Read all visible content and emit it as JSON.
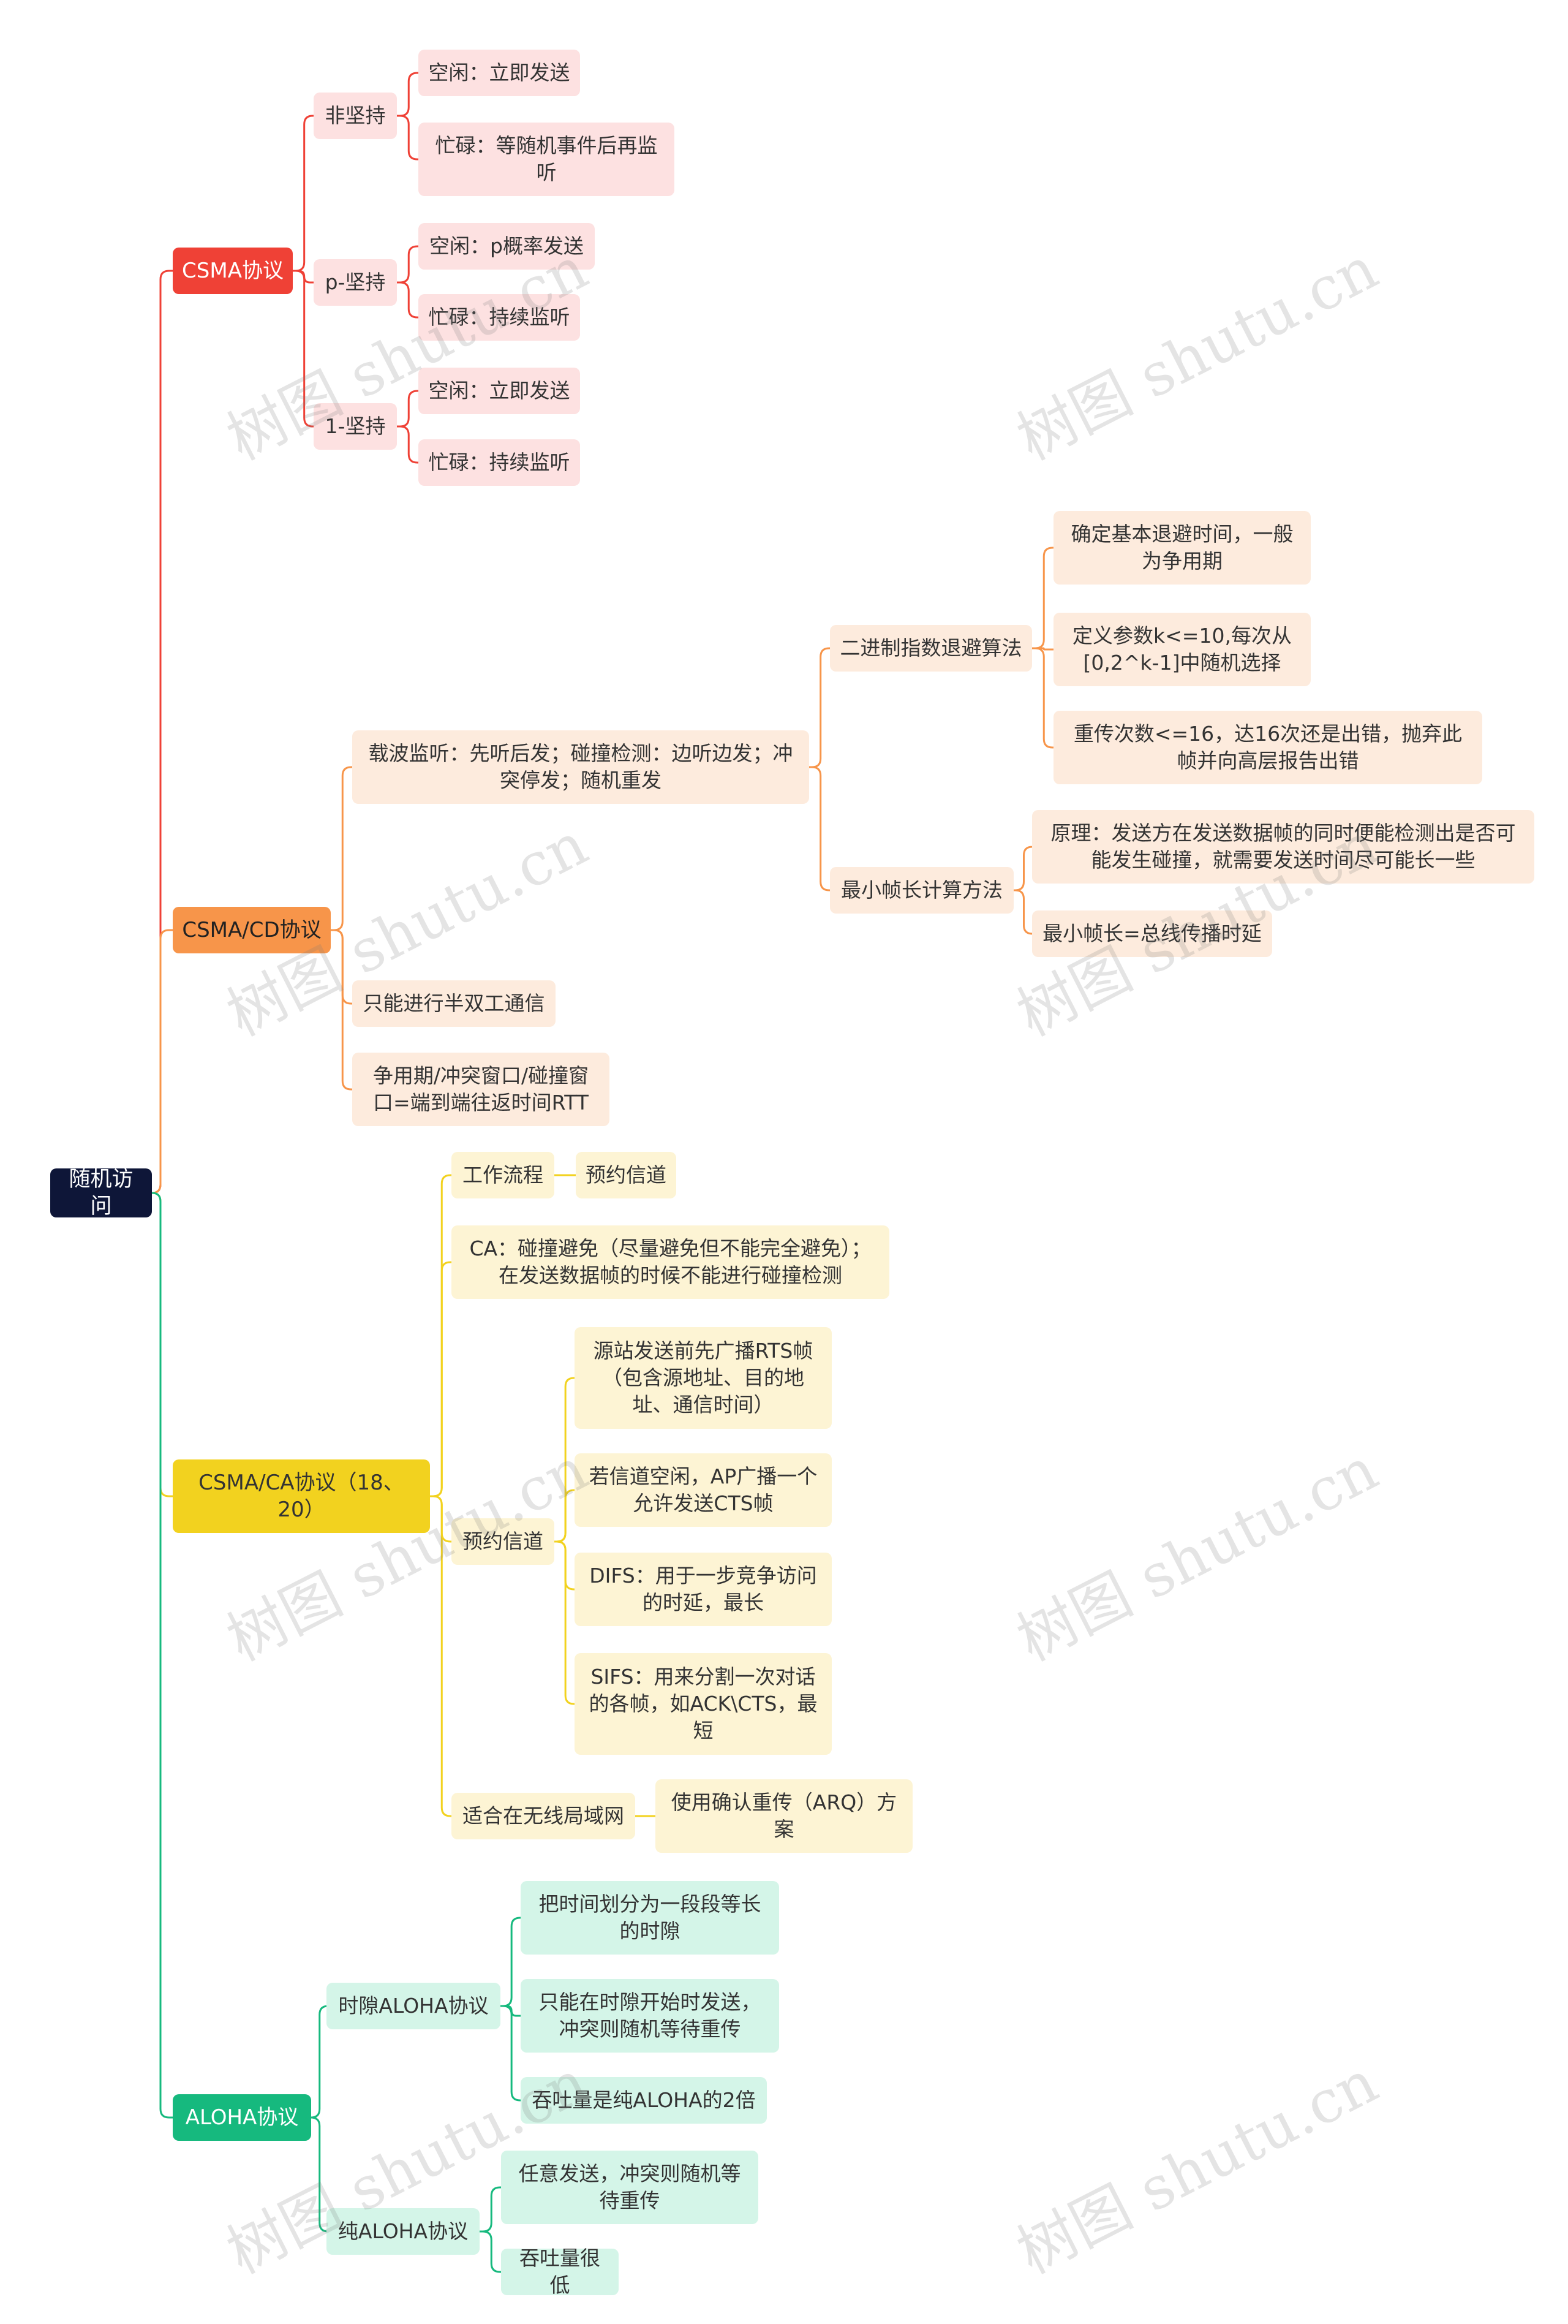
{
  "root": "随机访问",
  "colors": {
    "red": "#ef4136",
    "orange": "#f7954a",
    "yellow": "#f2d21f",
    "green": "#16b97e",
    "root": "#0e1638"
  },
  "watermark": "树图 shutu.cn",
  "csma": {
    "title": "CSMA协议",
    "nonpersistent": {
      "label": "非坚持",
      "idle": "空闲：立即发送",
      "busy": "忙碌：等随机事件后再监听"
    },
    "ppersistent": {
      "label": "p-坚持",
      "idle": "空闲：p概率发送",
      "busy": "忙碌：持续监听"
    },
    "persistent1": {
      "label": "1-坚持",
      "idle": "空闲：立即发送",
      "busy": "忙碌：持续监听"
    }
  },
  "csmacd": {
    "title": "CSMA/CD协议",
    "carrier": "载波监听：先听后发；碰撞检测：边听边发；冲突停发；随机重发",
    "backoff": {
      "label": "二进制指数退避算法",
      "items": [
        "确定基本退避时间，一般为争用期",
        "定义参数k<=10,每次从[0,2^k-1]中随机选择",
        "重传次数<=16，达16次还是出错，抛弃此帧并向高层报告出错"
      ]
    },
    "minframe": {
      "label": "最小帧长计算方法",
      "items": [
        "原理：发送方在发送数据帧的同时便能检测出是否可能发生碰撞，就需要发送时间尽可能长一些",
        "最小帧长=总线传播时延"
      ]
    },
    "halfduplex": "只能进行半双工通信",
    "contention": "争用期/冲突窗口/碰撞窗口=端到端往返时间RTT"
  },
  "csmaca": {
    "title": "CSMA/CA协议（18、20）",
    "workflow": {
      "label": "工作流程",
      "child": "预约信道"
    },
    "ca": "CA：碰撞避免（尽量避免但不能完全避免）；在发送数据帧的时候不能进行碰撞检测",
    "reserve": {
      "label": "预约信道",
      "items": [
        "源站发送前先广播RTS帧（包含源地址、目的地址、通信时间）",
        "若信道空闲，AP广播一个允许发送CTS帧",
        "DIFS：用于一步竞争访问的时延，最长",
        "SIFS：用来分割一次对话的各帧，如ACK\\CTS，最短"
      ]
    },
    "wlan": {
      "label": "适合在无线局域网",
      "child": "使用确认重传（ARQ）方案"
    }
  },
  "aloha": {
    "title": "ALOHA协议",
    "slotted": {
      "label": "时隙ALOHA协议",
      "items": [
        "把时间划分为一段段等长的时隙",
        "只能在时隙开始时发送，冲突则随机等待重传",
        "吞吐量是纯ALOHA的2倍"
      ]
    },
    "pure": {
      "label": "纯ALOHA协议",
      "items": [
        "任意发送，冲突则随机等待重传",
        "吞吐量很低"
      ]
    }
  }
}
